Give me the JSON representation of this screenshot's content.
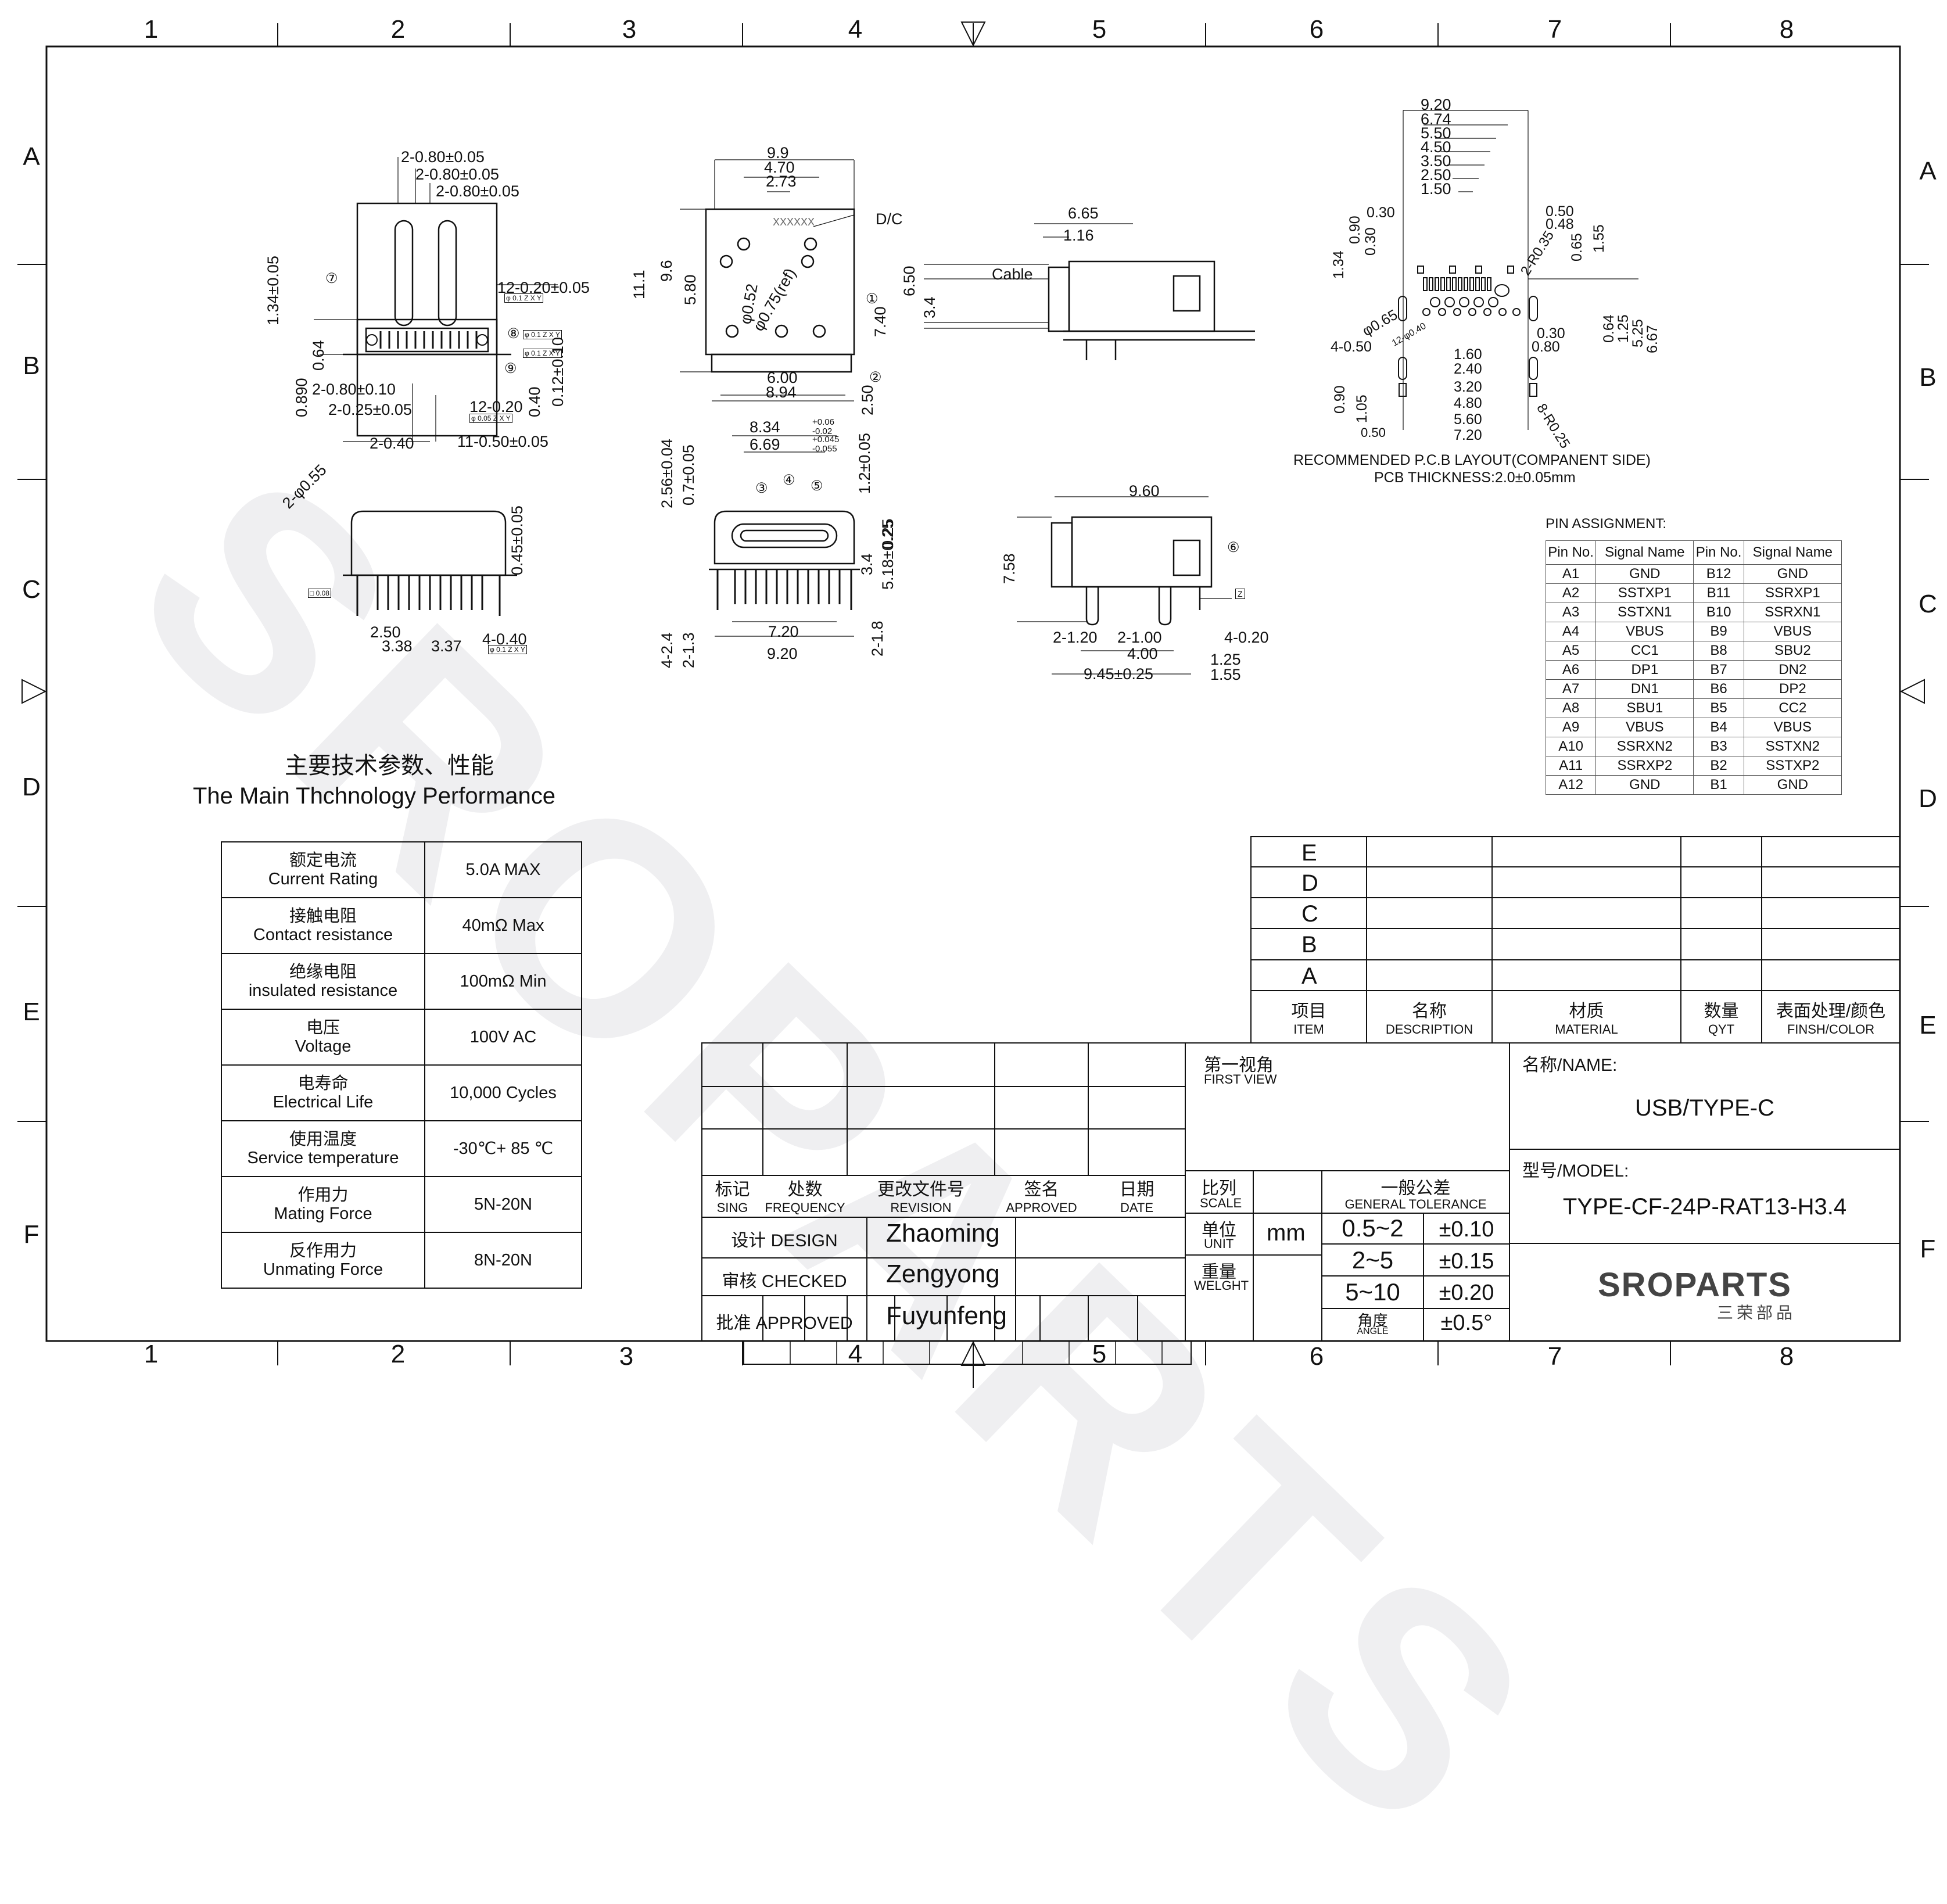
{
  "frame": {
    "col_labels_top": [
      "1",
      "2",
      "3",
      "4",
      "5",
      "6",
      "7",
      "8"
    ],
    "col_labels_bottom": [
      "1",
      "2",
      "3",
      "4",
      "5",
      "6",
      "7",
      "8"
    ],
    "row_labels_left": [
      "A",
      "B",
      "C",
      "D",
      "E",
      "F"
    ],
    "row_labels_right": [
      "A",
      "B",
      "C",
      "D",
      "E",
      "F"
    ]
  },
  "watermark": "SROPARTS",
  "views": {
    "top_left": {
      "dims": [
        "2-0.80±0.05",
        "2-0.80±0.05",
        "2-0.80±0.05",
        "12-0.20±0.05",
        "1.34±0.05",
        "0.64",
        "0.890",
        "2-0.80±0.10",
        "2-0.25±0.05",
        "12-0.20",
        "0.40",
        "0.12±0.10",
        "2-0.40",
        "11-0.50±0.05",
        "2-φ0.55"
      ],
      "callouts": [
        "⑦",
        "⑧",
        "⑨"
      ],
      "tol_frames": [
        "φ 0.1 Z X Y",
        "φ 0.1 Z X Y",
        "φ 0.05 Z X Y",
        "φ 0.1 Z X Y"
      ]
    },
    "bottom_left": {
      "dims": [
        "0.45±0.05",
        "2.50",
        "3.38",
        "3.37",
        "4-0.40"
      ],
      "tol_frames": [
        "□ 0.08",
        "φ 0.1 Z X Y"
      ]
    },
    "front_top": {
      "dims": [
        "9.9",
        "4.70",
        "2.73",
        "11.1",
        "9.6",
        "5.80",
        "φ0.52",
        "φ0.75(ref)",
        "6.00",
        "8.94",
        "7.40",
        "2.50"
      ],
      "labels": [
        "D/C",
        "XXXXXX"
      ],
      "callouts": [
        "①",
        "②"
      ]
    },
    "front_bottom": {
      "dims": [
        "8.34",
        "+0.06",
        "-0.02",
        "6.69",
        "+0.045",
        "-0.055",
        "2.56±0.04",
        "0.7±0.05",
        "1.2±0.05",
        "0.25",
        "3.4",
        "5.18±0.25",
        "7.20",
        "9.20",
        "4-2.4",
        "2-1.3",
        "2-1.8"
      ],
      "callouts": [
        "③",
        "④",
        "⑤"
      ]
    },
    "side_top": {
      "dims": [
        "6.65",
        "1.16",
        "6.50",
        "3.4"
      ],
      "labels": [
        "Cable"
      ]
    },
    "side_bottom": {
      "dims": [
        "9.60",
        "7.58",
        "2-1.20",
        "2-1.00",
        "4.00",
        "9.45±0.25",
        "4-0.20",
        "1.25",
        "1.55"
      ],
      "callouts": [
        "⑥"
      ],
      "datum": "Z"
    },
    "pcb": {
      "dims_top": [
        "9.20",
        "6.74",
        "5.50",
        "4.50",
        "3.50",
        "2.50",
        "1.50"
      ],
      "dims_misc": [
        "0.30",
        "0.90",
        "0.30",
        "1.34",
        "0.50",
        "0.48",
        "0.65",
        "1.55",
        "2-R0.35",
        "φ0.65",
        "12-φ0.40",
        "4-0.50",
        "0.30",
        "0.80",
        "0.64",
        "1.25",
        "5.25",
        "6.67",
        "1.60",
        "2.40",
        "3.20",
        "4.80",
        "5.60",
        "7.20",
        "0.90",
        "1.05",
        "0.50",
        "8-R0.25"
      ],
      "caption1": "RECOMMENDED P.C.B LAYOUT(COMPANENT SIDE)",
      "caption2": "PCB THICKNESS:2.0±0.05mm"
    }
  },
  "pin_assignment": {
    "title": "PIN ASSIGNMENT:",
    "headers": [
      "Pin No.",
      "Signal Name",
      "Pin No.",
      "Signal Name"
    ],
    "rows": [
      [
        "A1",
        "GND",
        "B12",
        "GND"
      ],
      [
        "A2",
        "SSTXP1",
        "B11",
        "SSRXP1"
      ],
      [
        "A3",
        "SSTXN1",
        "B10",
        "SSRXN1"
      ],
      [
        "A4",
        "VBUS",
        "B9",
        "VBUS"
      ],
      [
        "A5",
        "CC1",
        "B8",
        "SBU2"
      ],
      [
        "A6",
        "DP1",
        "B7",
        "DN2"
      ],
      [
        "A7",
        "DN1",
        "B6",
        "DP2"
      ],
      [
        "A8",
        "SBU1",
        "B5",
        "CC2"
      ],
      [
        "A9",
        "VBUS",
        "B4",
        "VBUS"
      ],
      [
        "A10",
        "SSRXN2",
        "B3",
        "SSTXN2"
      ],
      [
        "A11",
        "SSRXP2",
        "B2",
        "SSTXP2"
      ],
      [
        "A12",
        "GND",
        "B1",
        "GND"
      ]
    ]
  },
  "performance": {
    "title_cn": "主要技术参数、性能",
    "title_en": "The Main Thchnology Performance",
    "rows": [
      {
        "cn": "额定电流",
        "en": "Current Rating",
        "value": "5.0A MAX"
      },
      {
        "cn": "接触电阻",
        "en": "Contact resistance",
        "value": "40mΩ Max"
      },
      {
        "cn": "绝缘电阻",
        "en": "insulated resistance",
        "value": "100mΩ Min"
      },
      {
        "cn": "电压",
        "en": "Voltage",
        "value": "100V AC"
      },
      {
        "cn": "电寿命",
        "en": "Electrical Life",
        "value": "10,000 Cycles"
      },
      {
        "cn": "使用温度",
        "en": "Service temperature",
        "value": "-30℃+ 85 ℃"
      },
      {
        "cn": "作用力",
        "en": "Mating Force",
        "value": "5N-20N"
      },
      {
        "cn": "反作用力",
        "en": "Unmating Force",
        "value": "8N-20N"
      }
    ]
  },
  "bom": {
    "rows": [
      "E",
      "D",
      "C",
      "B",
      "A"
    ],
    "headers": [
      {
        "cn": "项目",
        "en": "ITEM"
      },
      {
        "cn": "名称",
        "en": "DESCRIPTION"
      },
      {
        "cn": "材质",
        "en": "MATERIAL"
      },
      {
        "cn": "数量",
        "en": "QYT"
      },
      {
        "cn": "表面处理/颜色",
        "en": "FINSH/COLOR"
      }
    ]
  },
  "title_block": {
    "rev_headers": [
      {
        "cn": "标记",
        "en": "SING"
      },
      {
        "cn": "处数",
        "en": "FREQUENCY"
      },
      {
        "cn": "更改文件号",
        "en": "REVISION"
      },
      {
        "cn": "签名",
        "en": "APPROVED"
      },
      {
        "cn": "日期",
        "en": "DATE"
      }
    ],
    "sign_rows": [
      {
        "label": "设计 DESIGN",
        "name": "Zhaoming"
      },
      {
        "label": "审核 CHECKED",
        "name": "Zengyong"
      },
      {
        "label": "批准 APPROVED",
        "name": "Fuyunfeng"
      }
    ],
    "first_view_cn": "第一视角",
    "first_view_en": "FIRST VIEW",
    "scale_cn": "比列",
    "scale_en": "SCALE",
    "unit_cn": "单位",
    "unit_en": "UNIT",
    "unit_value": "mm",
    "weight_cn": "重量",
    "weight_en": "WELGHT",
    "tol_title_cn": "一般公差",
    "tol_title_en": "GENERAL TOLERANCE",
    "tolerances": [
      {
        "range": "0.5~2",
        "tol": "±0.10"
      },
      {
        "range": "2~5",
        "tol": "±0.15"
      },
      {
        "range": "5~10",
        "tol": "±0.20"
      }
    ],
    "angle_cn": "角度",
    "angle_en": "ANGLE",
    "angle_tol": "±0.5°",
    "name_label": "名称/NAME:",
    "name_value": "USB/TYPE-C",
    "model_label": "型号/MODEL:",
    "model_value": "TYPE-CF-24P-RAT13-H3.4",
    "logo": "SROPARTS",
    "logo_cn": "三荣部品"
  }
}
